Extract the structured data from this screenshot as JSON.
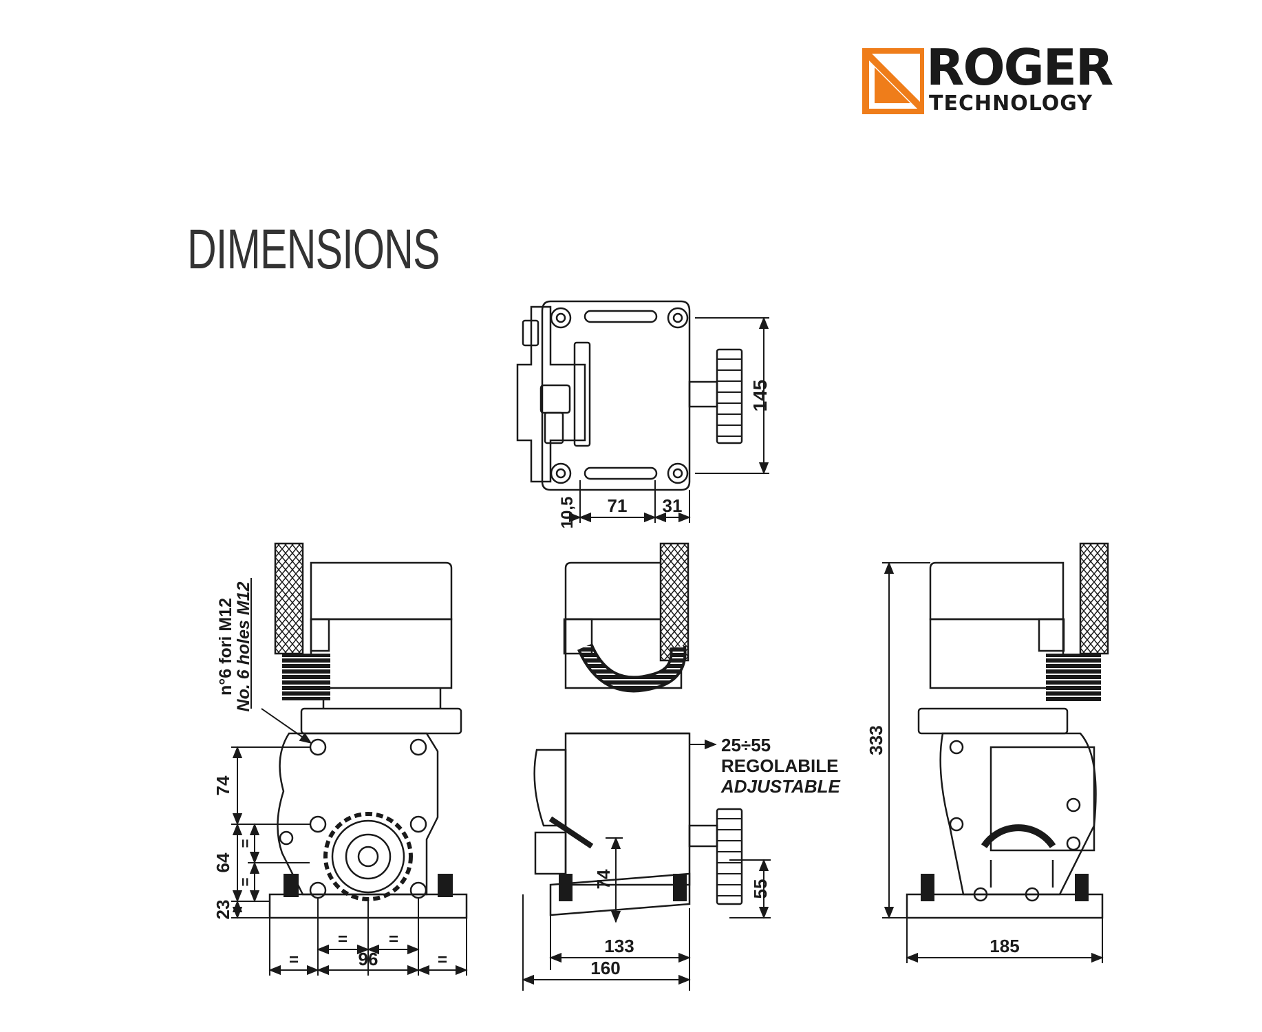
{
  "header": {
    "logo": {
      "name": "ROGER",
      "subtitle": "TECHNOLOGY",
      "accent_color": "#ef7d1a",
      "icon": "roger-logo-icon"
    },
    "title": "DIMENSIONS"
  },
  "drawing": {
    "line_color": "#1a1a1a",
    "top_view": {
      "dims": {
        "height": "145",
        "offset": "10,5",
        "width_a": "71",
        "width_b": "31"
      }
    },
    "left_view": {
      "note_it": "n°6 fori M12",
      "note_en": "No. 6 holes M12",
      "dims": {
        "v1": "74",
        "v2": "64",
        "v3": "23",
        "eq": "=",
        "base": "96"
      }
    },
    "center_view": {
      "dims": {
        "range": "25÷55",
        "adj_it": "REGOLABILE",
        "adj_en": "ADJUSTABLE",
        "v1": "74",
        "v2": "55",
        "w1": "133",
        "w2": "160"
      }
    },
    "right_view": {
      "dims": {
        "height": "333",
        "width": "185"
      }
    }
  }
}
